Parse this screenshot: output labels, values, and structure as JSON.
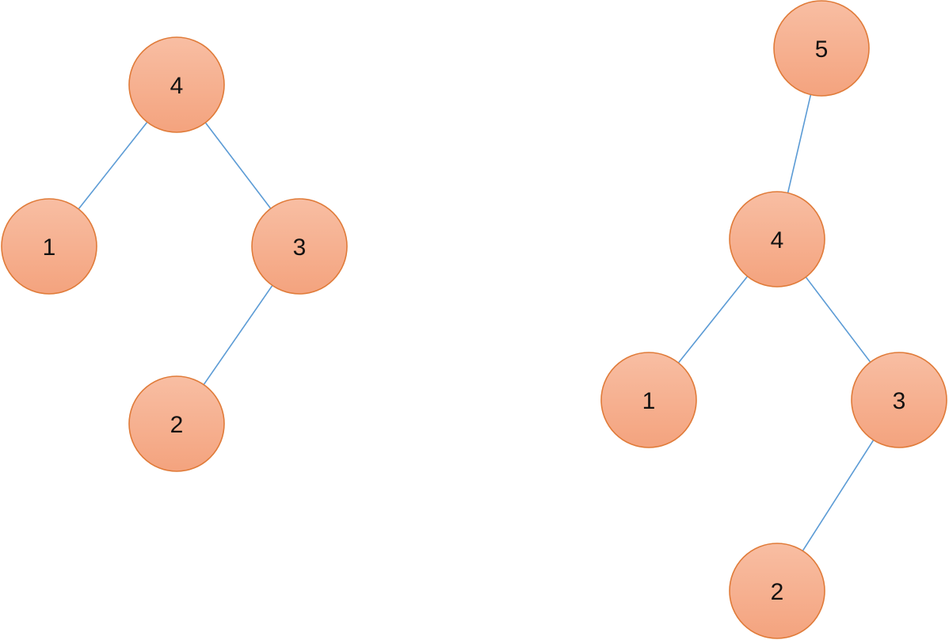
{
  "colors": {
    "node_fill_top": "#f8bea3",
    "node_fill_bottom": "#f4a37e",
    "node_stroke": "#e07b39",
    "edge": "#5b9bd5"
  },
  "trees": [
    {
      "id": "left",
      "nodes": [
        {
          "id": "l4",
          "label": "4"
        },
        {
          "id": "l1",
          "label": "1"
        },
        {
          "id": "l3",
          "label": "3"
        },
        {
          "id": "l2",
          "label": "2"
        }
      ],
      "edges": [
        {
          "from": "l4",
          "to": "l1"
        },
        {
          "from": "l4",
          "to": "l3"
        },
        {
          "from": "l3",
          "to": "l2"
        }
      ]
    },
    {
      "id": "right",
      "nodes": [
        {
          "id": "r5",
          "label": "5"
        },
        {
          "id": "r4",
          "label": "4"
        },
        {
          "id": "r1",
          "label": "1"
        },
        {
          "id": "r3",
          "label": "3"
        },
        {
          "id": "r2",
          "label": "2"
        }
      ],
      "edges": [
        {
          "from": "r5",
          "to": "r4"
        },
        {
          "from": "r4",
          "to": "r1"
        },
        {
          "from": "r4",
          "to": "r3"
        },
        {
          "from": "r3",
          "to": "r2"
        }
      ]
    }
  ]
}
